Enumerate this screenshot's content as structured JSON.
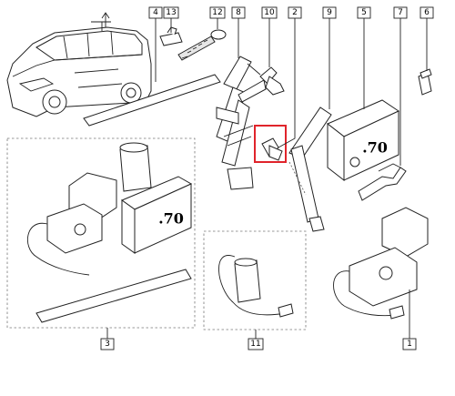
{
  "diagram": {
    "callouts": [
      {
        "id": "c4",
        "label": "4"
      },
      {
        "id": "c13",
        "label": "13"
      },
      {
        "id": "c12",
        "label": "12"
      },
      {
        "id": "c8",
        "label": "8"
      },
      {
        "id": "c10",
        "label": "10"
      },
      {
        "id": "c2",
        "label": "2"
      },
      {
        "id": "c9",
        "label": "9"
      },
      {
        "id": "c5",
        "label": "5"
      },
      {
        "id": "c7",
        "label": "7"
      },
      {
        "id": "c6",
        "label": "6"
      },
      {
        "id": "c3",
        "label": "3"
      },
      {
        "id": "c11",
        "label": "11"
      },
      {
        "id": "c1",
        "label": "1"
      }
    ],
    "highlight_color": "#e0242b",
    "logo_text": ".70"
  }
}
